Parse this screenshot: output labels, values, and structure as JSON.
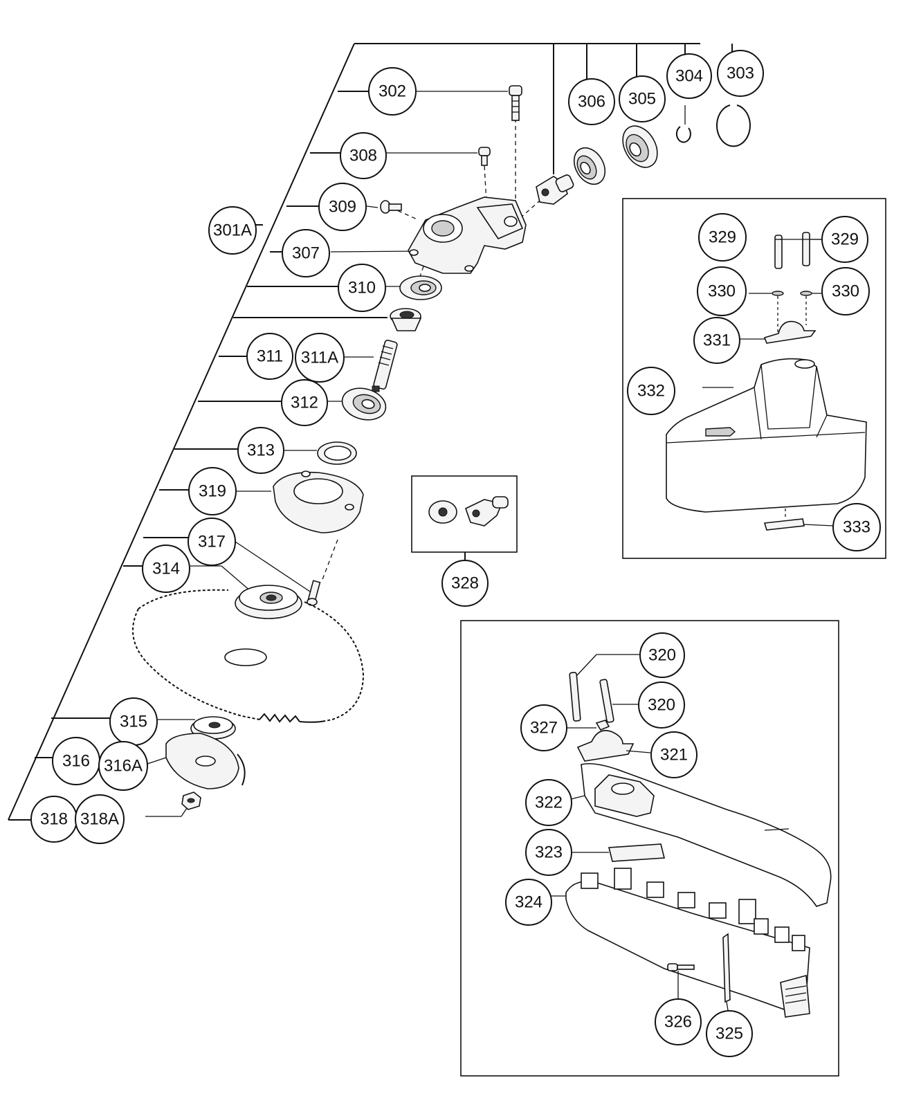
{
  "diagram": {
    "callouts": {
      "c302": "302",
      "c303": "303",
      "c304": "304",
      "c305": "305",
      "c306": "306",
      "c307": "307",
      "c308": "308",
      "c309": "309",
      "c301A": "301A",
      "c310": "310",
      "c311": "311",
      "c311A": "311A",
      "c312": "312",
      "c313": "313",
      "c319": "319",
      "c317": "317",
      "c314": "314",
      "c315": "315",
      "c316": "316",
      "c316A": "316A",
      "c318": "318",
      "c318A": "318A",
      "c328": "328",
      "c329a": "329",
      "c329b": "329",
      "c330a": "330",
      "c330b": "330",
      "c331": "331",
      "c332": "332",
      "c333": "333",
      "c320a": "320",
      "c320b": "320",
      "c327": "327",
      "c321": "321",
      "c322": "322",
      "c323": "323",
      "c324": "324",
      "c326": "326",
      "c325": "325"
    }
  }
}
